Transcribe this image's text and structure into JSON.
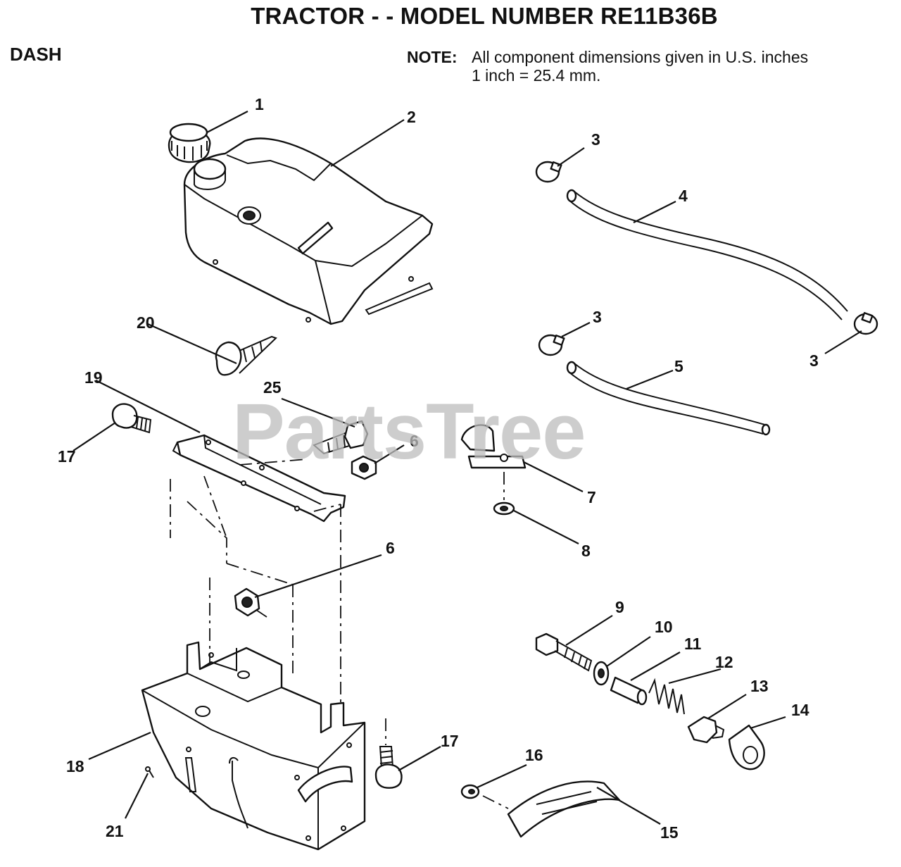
{
  "header": {
    "title": "TRACTOR - - MODEL NUMBER RE11B36B",
    "section": "DASH",
    "note_label": "NOTE:",
    "note_line1": "All component dimensions given in U.S. inches",
    "note_line2": "1 inch = 25.4 mm."
  },
  "watermark": "PartsTree",
  "callouts": {
    "c1": "1",
    "c2": "2",
    "c3a": "3",
    "c3b": "3",
    "c3c": "3",
    "c4": "4",
    "c5": "5",
    "c6a": "6",
    "c6b": "6",
    "c7": "7",
    "c8": "8",
    "c9": "9",
    "c10": "10",
    "c11": "11",
    "c12": "12",
    "c13": "13",
    "c14": "14",
    "c15": "15",
    "c16": "16",
    "c17a": "17",
    "c17b": "17",
    "c18": "18",
    "c19": "19",
    "c20": "20",
    "c21": "21",
    "c25": "25"
  }
}
